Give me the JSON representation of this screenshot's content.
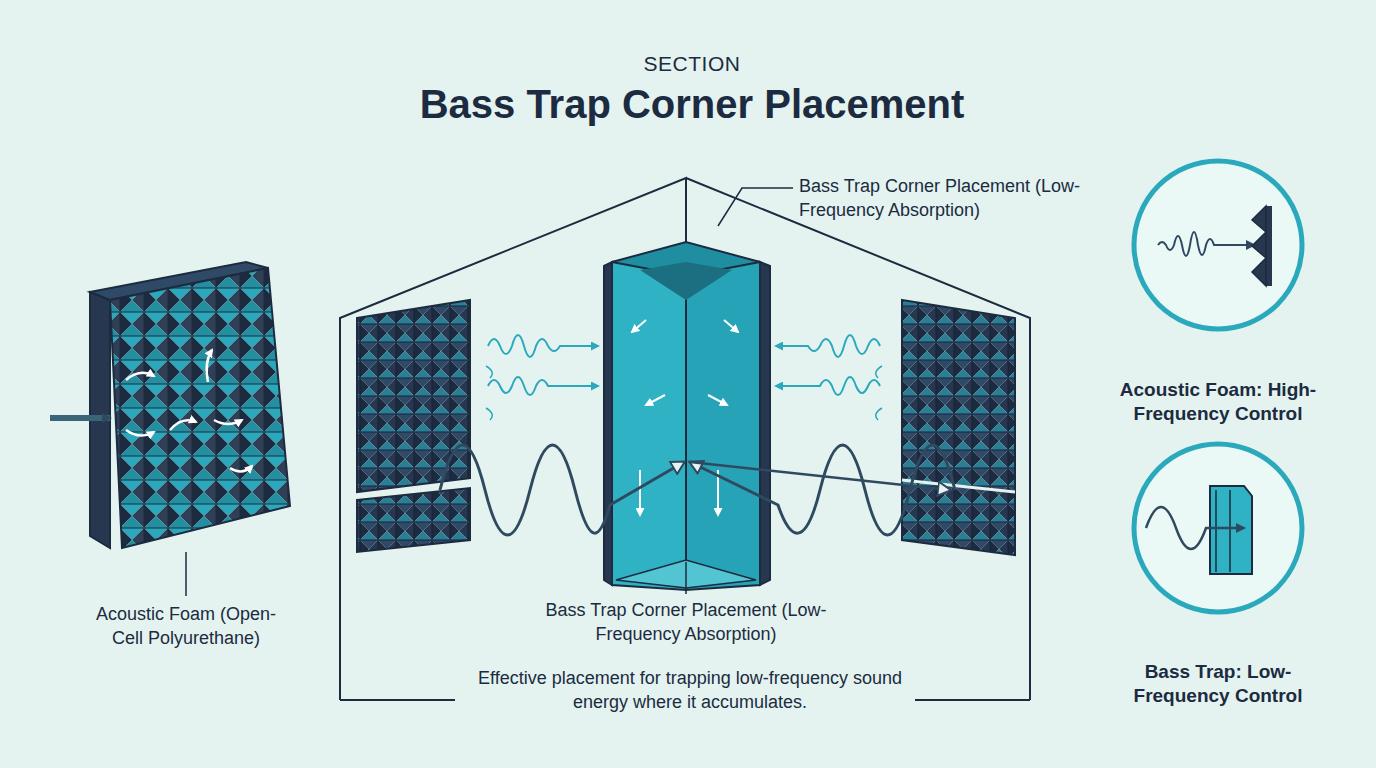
{
  "diagram": {
    "title": "Bass Trap Corner Placement",
    "caption": "Effective placement for trapping low-frequency sound energy where it accumulates.",
    "labels": [
      "SECTION",
      "Bass Trap Corner Placement (Low-Frequency Absorption)",
      "Bass Trap Corner Placement (Low-Frequency Absorption)",
      "Acoustic Foam (Open-Cell Polyurethane)",
      "Acoustic Foam: High-Frequency Control",
      "Bass Trap: Low-Frequency Control"
    ]
  }
}
